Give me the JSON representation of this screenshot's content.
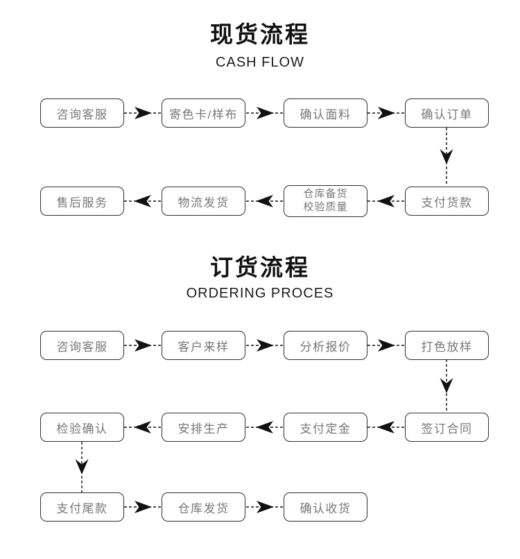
{
  "colors": {
    "box_border": "#2e2e2e",
    "box_text": "#777777",
    "arrow": "#111111",
    "title": "#111111"
  },
  "cash_flow": {
    "title": "现货流程",
    "subtitle": "CASH FLOW",
    "nodes": {
      "r1c1": "咨询客服",
      "r1c2": "寄色卡/样布",
      "r1c3": "确认面料",
      "r1c4": "确认订单",
      "r2c1": "售后服务",
      "r2c2": "物流发货",
      "r2c3": "仓库备货\n校验质量",
      "r2c4": "支付货款"
    }
  },
  "ordering": {
    "title": "订货流程",
    "subtitle": "ORDERING PROCES",
    "nodes": {
      "r1c1": "咨询客服",
      "r1c2": "客户来样",
      "r1c3": "分析报价",
      "r1c4": "打色放样",
      "r2c1": "检验确认",
      "r2c2": "安排生产",
      "r2c3": "支付定金",
      "r2c4": "签订合同",
      "r3c1": "支付尾款",
      "r3c2": "仓库发货",
      "r3c3": "确认收货"
    }
  }
}
